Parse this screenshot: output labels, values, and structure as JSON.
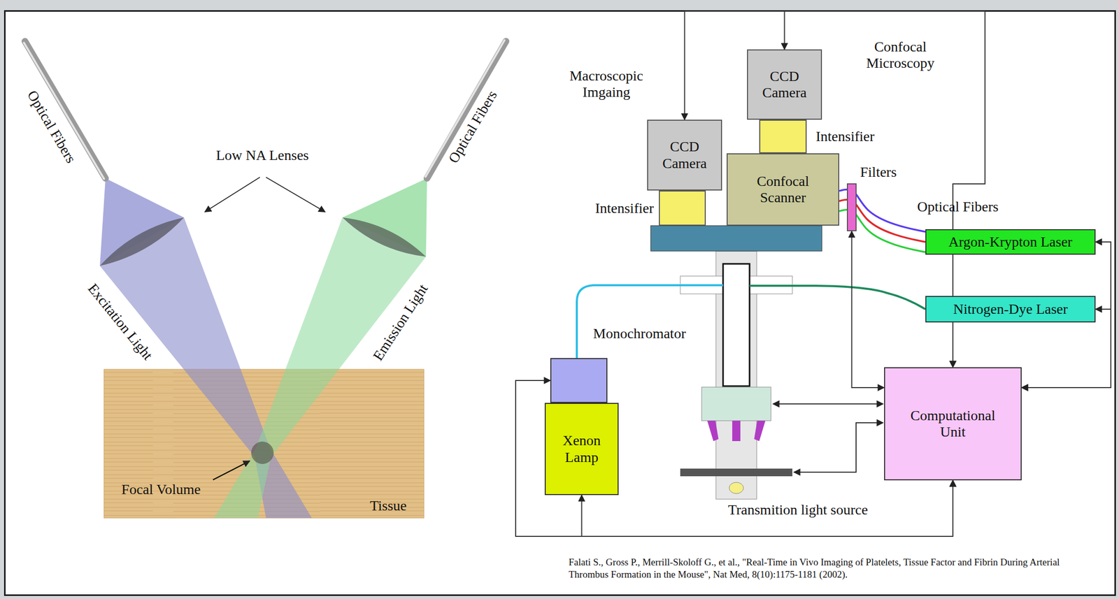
{
  "diagram": {
    "caption": "Falati S., Gross P., Merrill-Skoloff G., et al., \"Real-Time in Vivo Imaging of Platelets, Tissue Factor and Fibrin During Arterial Thrombus Formation in the Mouse\", Nat Med, 8(10):1175-1181 (2002).",
    "nodes": [
      {
        "text": [
          "Tissue"
        ]
      },
      {
        "text": [
          "CCD Camera"
        ]
      },
      {
        "text": [
          "Intensifier"
        ]
      },
      {
        "text": [
          "CCD Camera"
        ]
      },
      {
        "text": [
          "Intensifier"
        ]
      },
      {
        "text": [
          "Confocal Scanner"
        ]
      },
      {
        "text": [
          "Filters"
        ]
      },
      {
        "text": [
          "Argon-Krypton Laser"
        ]
      },
      {
        "text": [
          "Nitrogen-Dye Laser"
        ]
      },
      {
        "text": [
          "Monochromator"
        ]
      },
      {
        "text": [
          "Xenon Lamp"
        ]
      },
      {
        "text": [
          "Computational Unit"
        ]
      }
    ],
    "edges": [
      {
        "from": 11,
        "to": 1,
        "arrow": "both"
      },
      {
        "from": 11,
        "to": 3,
        "arrow": "both"
      },
      {
        "from": 11,
        "to": 7,
        "arrow": "both"
      },
      {
        "from": 11,
        "to": 8,
        "arrow": "both"
      },
      {
        "from": 6,
        "to": 11,
        "arrow": "both"
      },
      {
        "from": 11,
        "to": 9,
        "arrow": "both"
      },
      {
        "from": 11,
        "to": 10,
        "arrow": "both"
      },
      {
        "from": 7,
        "to": 5,
        "arrow": "none"
      }
    ],
    "labels": [
      "Optical Fibers",
      "Low NA Lenses",
      "Optical Fibers",
      "Excitation Light",
      "Emission Light",
      "Focal Volume",
      "Macroscopic Imgaing",
      "Confocal Microscopy",
      "Optical Fibers",
      "Transmition light source"
    ]
  }
}
